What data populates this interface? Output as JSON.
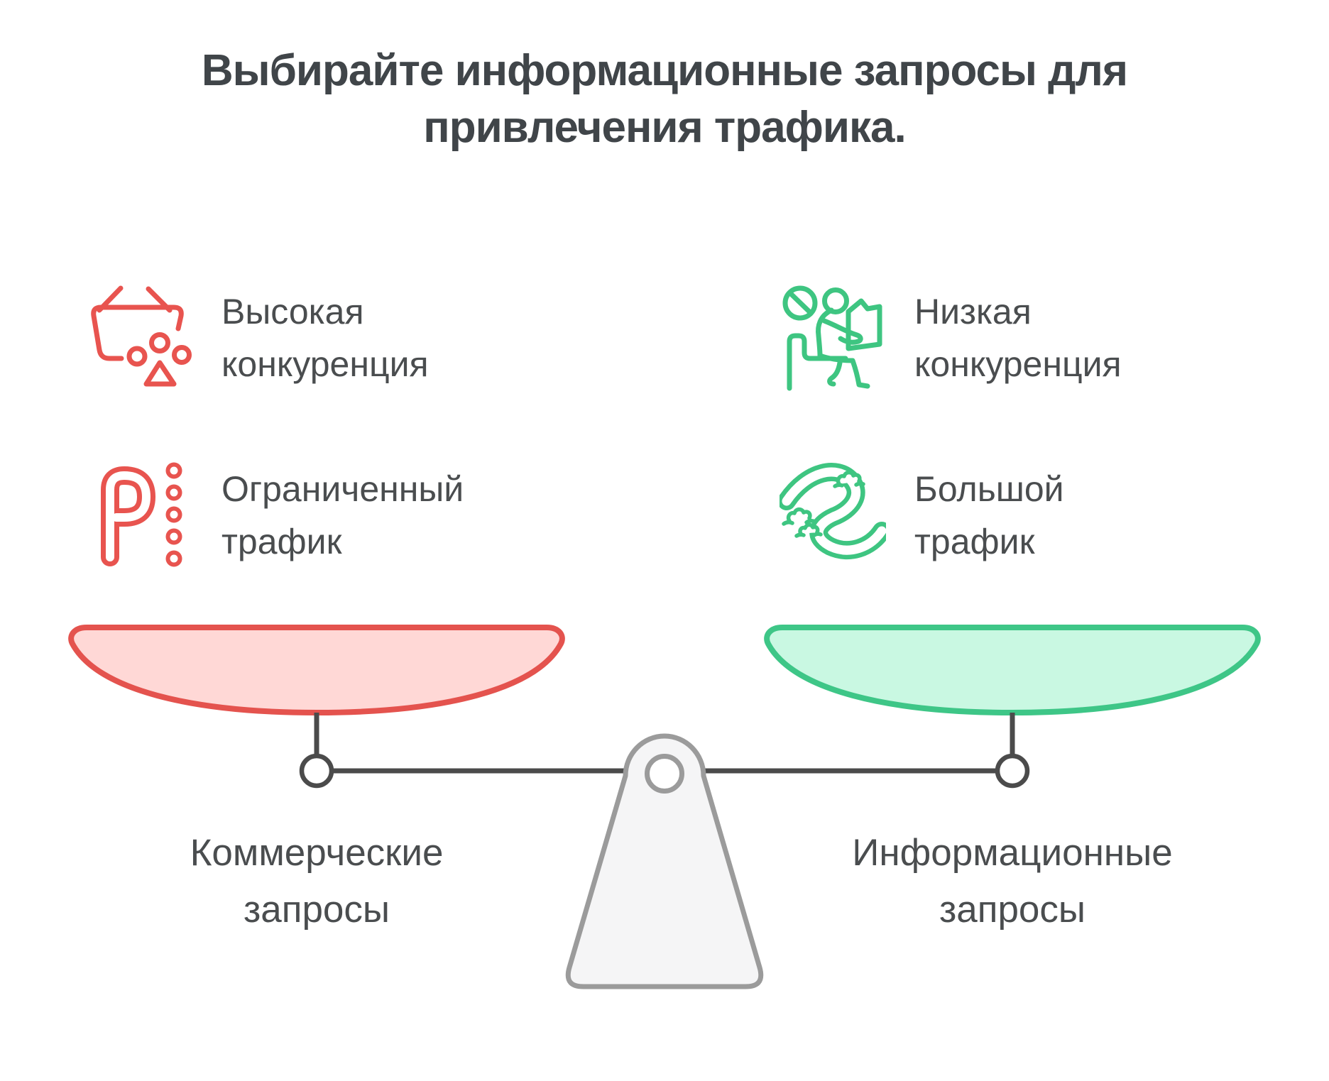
{
  "title": {
    "line1": "Выбирайте информационные запросы для",
    "line2": "привлечения трафика."
  },
  "features": {
    "left": [
      {
        "icon": "shopping-basket-paw-icon",
        "line1": "Высокая",
        "line2": "конкуренция"
      },
      {
        "icon": "parking-p-dots-icon",
        "line1": "Ограниченный",
        "line2": "трафик"
      }
    ],
    "right": [
      {
        "icon": "person-reading-no-sign-icon",
        "line1": "Низкая",
        "line2": "конкуренция"
      },
      {
        "icon": "winding-river-icon",
        "line1": "Большой",
        "line2": "трафик"
      }
    ]
  },
  "scale": {
    "left_label": {
      "line1": "Коммерческие",
      "line2": "запросы"
    },
    "right_label": {
      "line1": "Информационные",
      "line2": "запросы"
    }
  },
  "colors": {
    "red": "#e8544f",
    "red-pan-stroke": "#e4534e",
    "red-pan-fill": "#ffd8d6",
    "green": "#3ec581",
    "green-pan-stroke": "#3ec687",
    "green-pan-fill": "#c9f8e2",
    "title-text": "#404549",
    "body-text": "#4a4d4f",
    "beam": "#4b4b4b",
    "fulcrum-stroke": "#9b9b9b",
    "fulcrum-fill": "#f5f5f6"
  }
}
